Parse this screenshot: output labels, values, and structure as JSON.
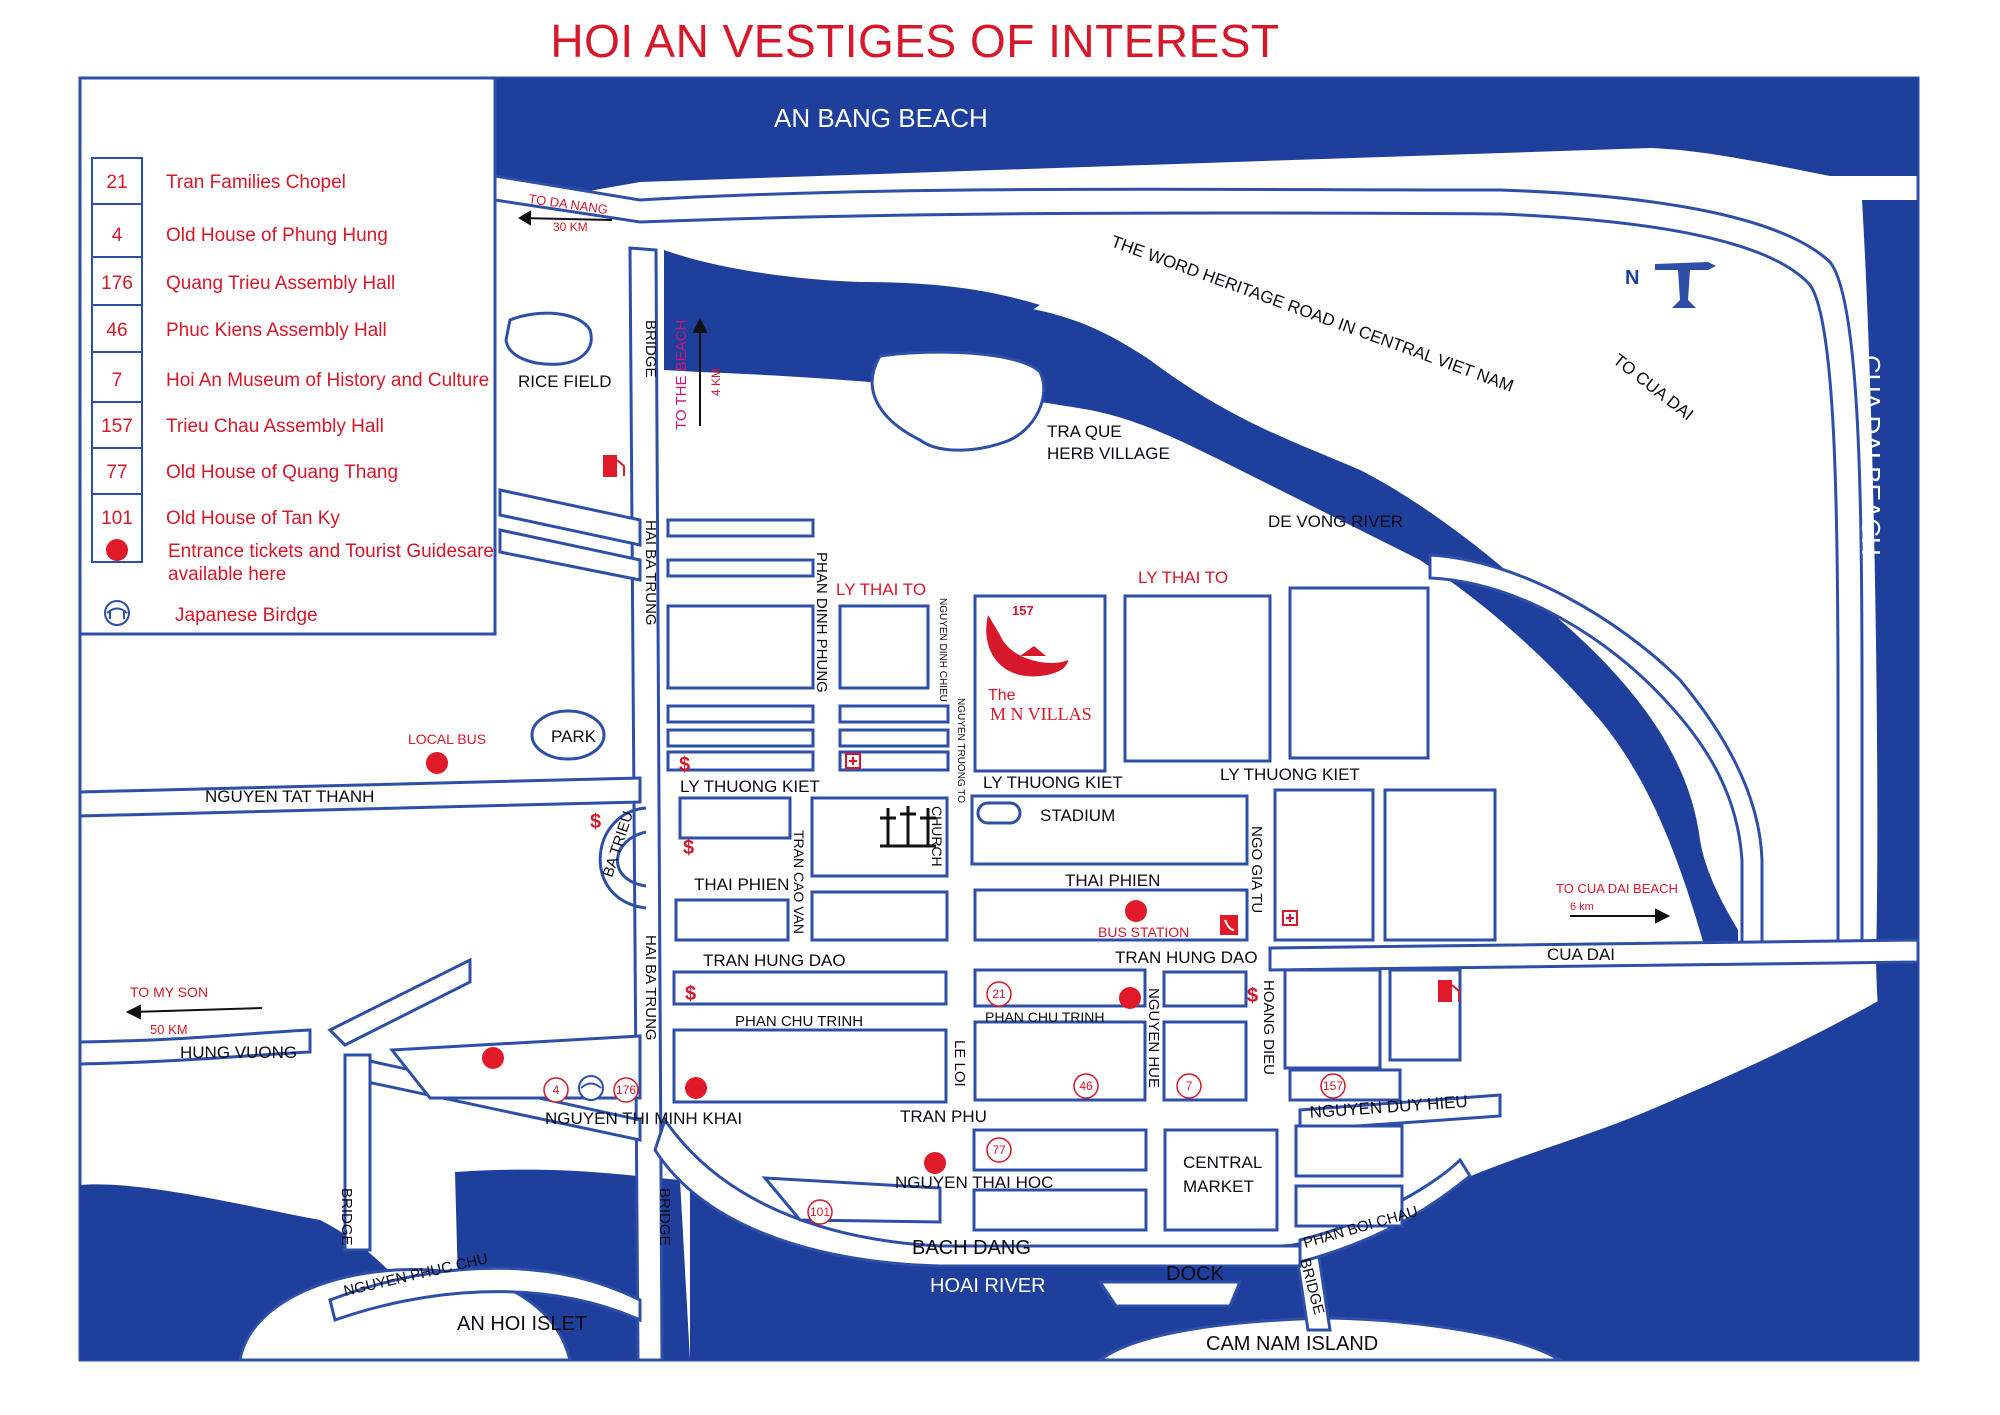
{
  "title": "HOI AN VESTIGES OF INTEREST",
  "colors": {
    "water": "#1f3f9c",
    "road_edge": "#2d4fa8",
    "accent_red": "#d6182a",
    "land": "#ffffff"
  },
  "legend": [
    {
      "num": "21",
      "name": "Tran Families Chopel"
    },
    {
      "num": "4",
      "name": "Old House of Phung Hung"
    },
    {
      "num": "176",
      "name": "Quang Trieu Assembly Hall"
    },
    {
      "num": "46",
      "name": "Phuc Kiens Assembly Hall"
    },
    {
      "num": "7",
      "name": "Hoi An Museum of History and Culture"
    },
    {
      "num": "157",
      "name": "Trieu Chau Assembly Hall"
    },
    {
      "num": "77",
      "name": "Old House of Quang Thang"
    },
    {
      "num": "101",
      "name": "Old House of Tan Ky"
    }
  ],
  "legend_symbols": {
    "ticket_line1": "Entrance tickets and Tourist Guidesare",
    "ticket_line2": "available here",
    "bridge": "Japanese Birdge"
  },
  "water_labels": {
    "an_bang": "AN BANG BEACH",
    "cua_dai_beach": "CUA DAI BEACH",
    "de_vong": "DE VONG RIVER",
    "hoai_river": "HOAI RIVER"
  },
  "places": {
    "rice_field": "RICE FIELD",
    "tra_que_1": "TRA QUE",
    "tra_que_2": "HERB VILLAGE",
    "park": "PARK",
    "stadium": "STADIUM",
    "church": "CHURCH",
    "bus_station": "BUS STATION",
    "local_bus": "LOCAL BUS",
    "central_market_1": "CENTRAL",
    "central_market_2": "MARKET",
    "dock": "DOCK",
    "an_hoi": "AN HOI ISLET",
    "cam_nam": "CAM NAM ISLAND",
    "north": "N",
    "moon_villas_1": "The",
    "moon_villas_2": "M  N VILLAS",
    "moon_villas_num": "157"
  },
  "roads": {
    "heritage": "THE WORD HERITAGE ROAD IN CENTRAL VIET NAM",
    "to_cua_dai": "TO CUA DAI",
    "to_da_nang": "TO DA NANG",
    "to_da_nang_km": "30 KM",
    "to_beach": "TO THE BEACH",
    "to_beach_km": "4 KM",
    "to_cua_dai_beach": "TO CUA DAI BEACH",
    "to_cua_dai_beach_km": "6 km",
    "to_my_son": "TO MY SON",
    "to_my_son_km": "50 KM",
    "bridge": "BRIDGE",
    "hai_ba_trung": "HAI BA TRUNG",
    "phan_dinh_phung": "PHAN DINH PHUNG",
    "nguyen_dinh_chieu": "NGUYEN DINH CHIEU",
    "nguyen_truong_to": "NGUYEN TRUONG TO",
    "ly_thai_to": "LY THAI TO",
    "ly_thuong_kiet": "LY THUONG KIET",
    "nguyen_tat_thanh": "NGUYEN TAT THANH",
    "ba_trieu": "BA TRIEU",
    "tran_cao_van": "TRAN CAO VAN",
    "thai_phien": "THAI PHIEN",
    "ngo_gia_tu": "NGO GIA TU",
    "tran_hung_dao": "TRAN HUNG DAO",
    "cua_dai": "CUA DAI",
    "phan_chu_trinh": "PHAN CHU TRINH",
    "nguyen_hue": "NGUYEN HUE",
    "hoang_dieu": "HOANG DIEU",
    "le_loi": "LE LOI",
    "hung_vuong": "HUNG VUONG",
    "nguyen_thi_minh_khai": "NGUYEN THI MINH KHAI",
    "tran_phu": "TRAN PHU",
    "nguyen_duy_hieu": "NGUYEN DUY HIEU",
    "nguyen_thai_hoc": "NGUYEN THAI HOC",
    "bach_dang": "BACH DANG",
    "phan_boi_chau": "PHAN BOI CHAU",
    "nguyen_phuc_chu": "NGUYEN PHUC CHU"
  },
  "symbols": {
    "dollar": "$"
  }
}
